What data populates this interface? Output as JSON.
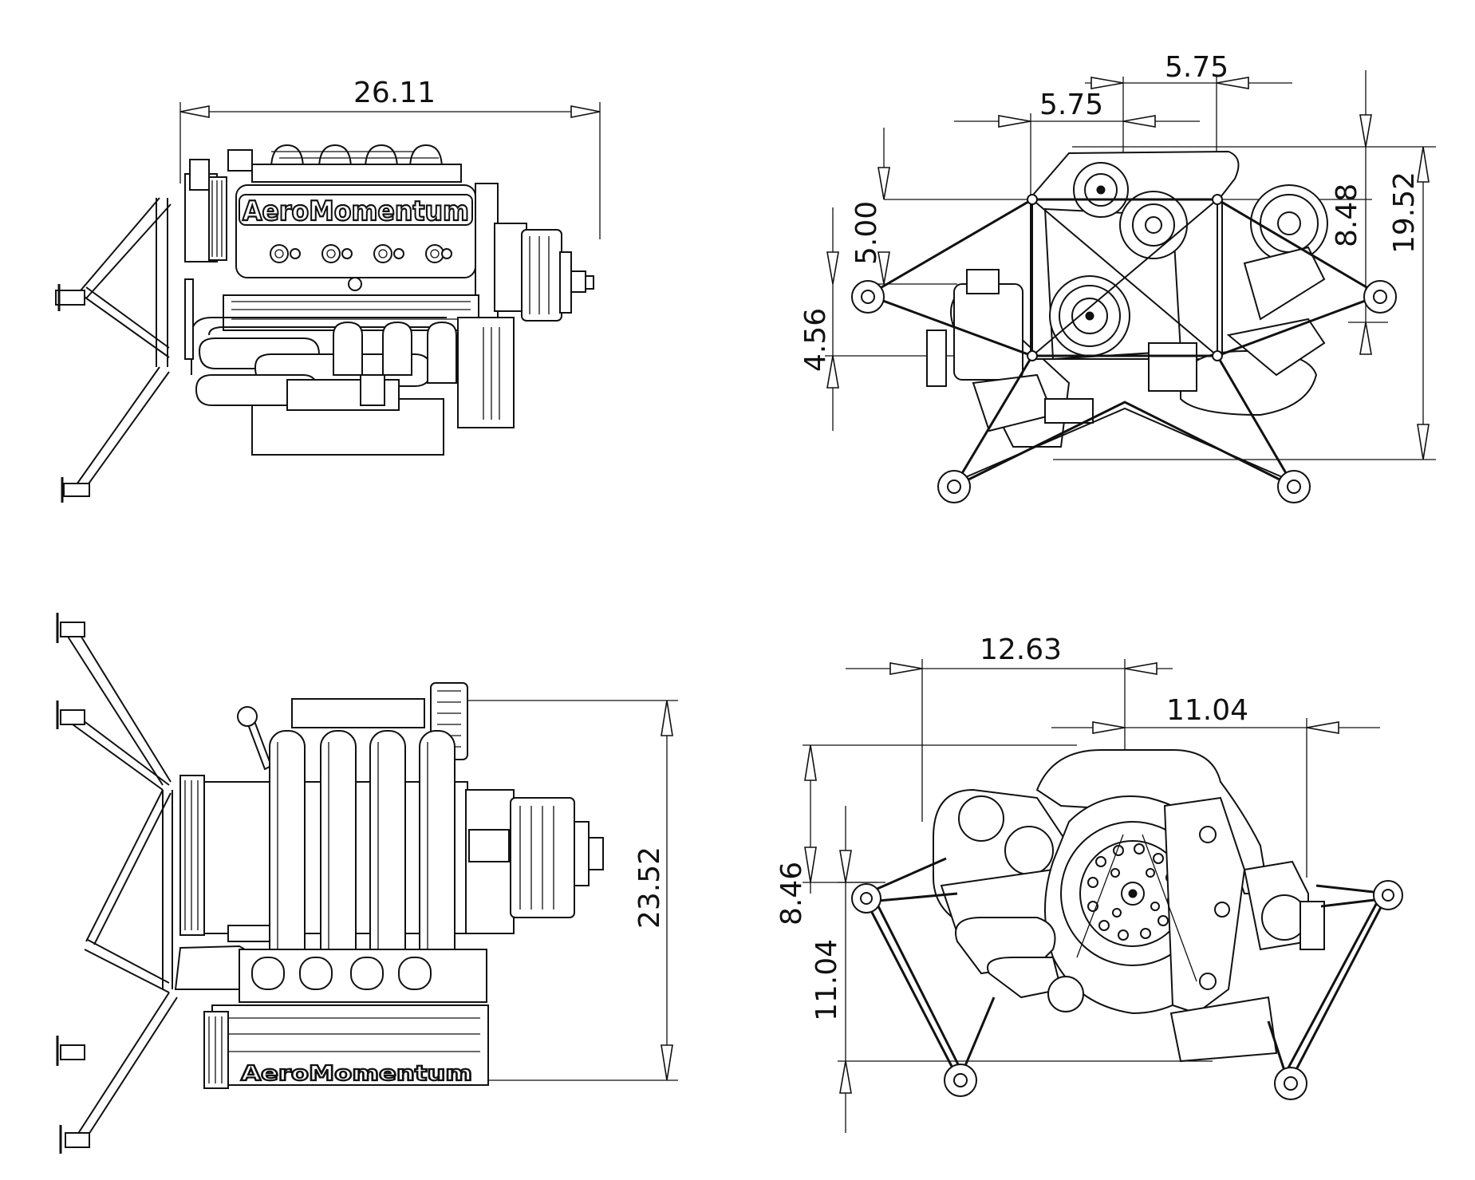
{
  "dimensions": {
    "top_left_width": "26.11",
    "top_right_top_offset": "5.75",
    "top_right_second_offset": "5.75",
    "top_right_left_upper": "5.00",
    "top_right_left_lower": "4.56",
    "top_right_right_inner": "8.48",
    "top_right_right_outer": "19.52",
    "bottom_left_height": "23.52",
    "bottom_right_top_wide": "12.63",
    "bottom_right_top_narrow": "11.04",
    "bottom_right_left_upper": "8.46",
    "bottom_right_left_lower": "11.04"
  },
  "branding": {
    "logo_top_view": "AeroMomentum",
    "logo_bottom_view": "AeroMomentum"
  }
}
